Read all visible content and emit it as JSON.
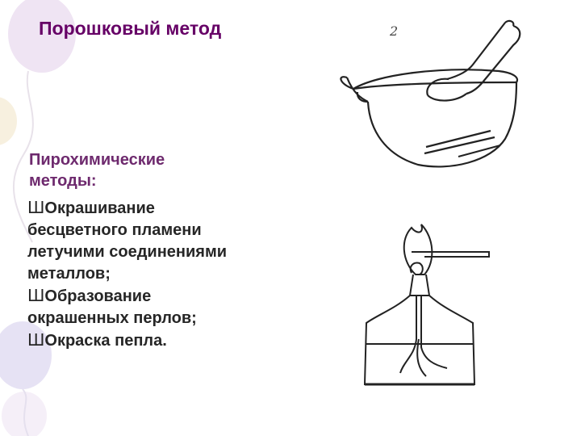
{
  "slide": {
    "title": "Порошковый метод",
    "subtitle_lines": [
      "Пирохимические",
      "методы:"
    ],
    "bullet_glyph": "Ш",
    "items": [
      {
        "lines": [
          "Окрашивание",
          "бесцветного пламени",
          "летучими соединениями",
          "металлов;"
        ]
      },
      {
        "lines": [
          "Образование",
          "окрашенных перлов;"
        ]
      },
      {
        "lines": [
          "Окраска пепла."
        ]
      }
    ],
    "mortar_label": "2"
  },
  "colors": {
    "title": "#660066",
    "subtitle": "#6e2a6e",
    "body_text": "#262626"
  }
}
